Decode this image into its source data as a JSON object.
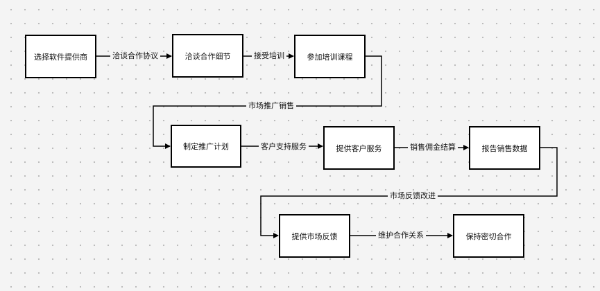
{
  "diagram": {
    "nodes": {
      "select_vendor": "选择软件提供商",
      "negotiate_details": "洽谈合作细节",
      "attend_training": "参加培训课程",
      "make_plan": "制定推广计划",
      "provide_service": "提供客户服务",
      "report_data": "报告销售数据",
      "market_feedback": "提供市场反馈",
      "keep_cooperation": "保持密切合作"
    },
    "edges": {
      "e1": "洽谈合作协议",
      "e2": "接受培训",
      "e3": "市场推广销售",
      "e4": "客户支持服务",
      "e5": "销售佣金结算",
      "e6": "市场反馈改进",
      "e7": "维护合作关系"
    }
  }
}
